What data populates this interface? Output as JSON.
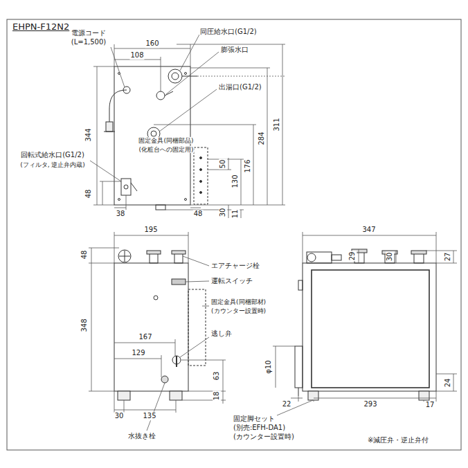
{
  "diagram": {
    "title": "EHPN-F12N2",
    "labels": [
      "160",
      "108",
      "電源コード",
      "(L=1,500)",
      "同圧給水口(G1/2)",
      "膨張水口",
      "出湯口(G1/2)",
      "344",
      "回転式給水口(G1/2)",
      "(フィルタ, 逆止弁内蔵)",
      "48",
      "38",
      "48",
      "固定金具(同梱部品)",
      "(化粧台への固定用)",
      "50",
      "130",
      "176",
      "284",
      "311",
      "30",
      "11",
      "195",
      "48",
      "348",
      "エアチャージ栓",
      "運転スイッチ",
      "固定金具(同梱部材)",
      "(カウンター設置時)",
      "167",
      "129",
      "逃し弁",
      "63",
      "18",
      "30",
      "135",
      "水抜き栓",
      "347",
      "29",
      "30",
      "27",
      "φ10",
      "24",
      "22",
      "293",
      "17",
      "固定脚セット",
      "(別売:EFH-DA1)",
      "(カウンター設置時)",
      "※減圧弁・逆止弁付"
    ]
  }
}
